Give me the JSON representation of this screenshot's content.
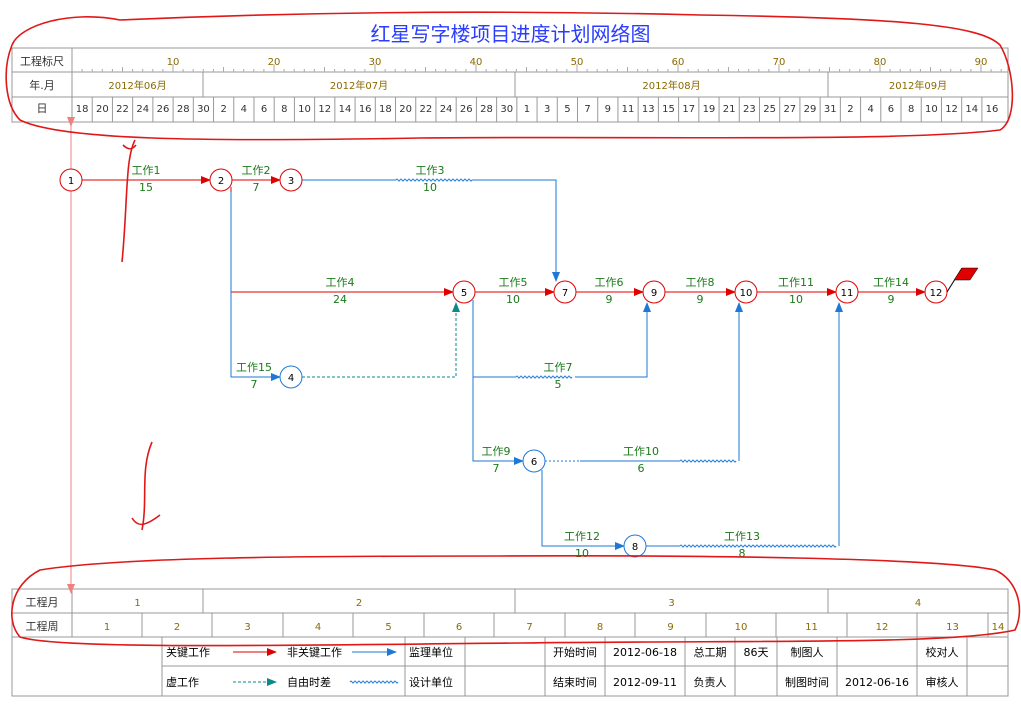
{
  "title": "红星写字楼项目进度计划网络图",
  "header": {
    "ruler_label": "工程标尺",
    "month_label": "年.月",
    "day_label": "日",
    "ruler_ticks": [
      "10",
      "20",
      "30",
      "40",
      "50",
      "60",
      "70",
      "80",
      "90"
    ],
    "months": [
      "2012年06月",
      "2012年07月",
      "2012年08月",
      "2012年09月"
    ],
    "days": [
      "18",
      "20",
      "22",
      "24",
      "26",
      "28",
      "30",
      "2",
      "4",
      "6",
      "8",
      "10",
      "12",
      "14",
      "16",
      "18",
      "20",
      "22",
      "24",
      "26",
      "28",
      "30",
      "1",
      "3",
      "5",
      "7",
      "9",
      "11",
      "13",
      "15",
      "17",
      "19",
      "21",
      "23",
      "25",
      "27",
      "29",
      "31",
      "2",
      "4",
      "6",
      "8",
      "10",
      "12",
      "14",
      "16"
    ]
  },
  "footer_scale": {
    "month_label": "工程月",
    "week_label": "工程周",
    "months": [
      "1",
      "2",
      "3",
      "4"
    ],
    "weeks": [
      "1",
      "2",
      "3",
      "4",
      "5",
      "6",
      "7",
      "8",
      "9",
      "10",
      "11",
      "12",
      "13",
      "14"
    ]
  },
  "network": {
    "nodes": [
      {
        "id": "1",
        "type": "critical"
      },
      {
        "id": "2",
        "type": "critical"
      },
      {
        "id": "3",
        "type": "critical"
      },
      {
        "id": "4",
        "type": "noncritical"
      },
      {
        "id": "5",
        "type": "critical"
      },
      {
        "id": "6",
        "type": "noncritical"
      },
      {
        "id": "7",
        "type": "critical"
      },
      {
        "id": "8",
        "type": "noncritical"
      },
      {
        "id": "9",
        "type": "critical"
      },
      {
        "id": "10",
        "type": "critical"
      },
      {
        "id": "11",
        "type": "critical"
      },
      {
        "id": "12",
        "type": "critical"
      }
    ],
    "tasks": [
      {
        "name": "工作1",
        "duration": "15",
        "from": "1",
        "to": "2",
        "type": "critical"
      },
      {
        "name": "工作2",
        "duration": "7",
        "from": "2",
        "to": "3",
        "type": "critical"
      },
      {
        "name": "工作3",
        "duration": "10",
        "from": "3",
        "to": "7",
        "type": "noncritical"
      },
      {
        "name": "工作4",
        "duration": "24",
        "from": "2",
        "to": "5",
        "type": "critical"
      },
      {
        "name": "工作5",
        "duration": "10",
        "from": "5",
        "to": "7",
        "type": "critical"
      },
      {
        "name": "工作6",
        "duration": "9",
        "from": "7",
        "to": "9",
        "type": "critical"
      },
      {
        "name": "工作8",
        "duration": "9",
        "from": "9",
        "to": "10",
        "type": "critical"
      },
      {
        "name": "工作11",
        "duration": "10",
        "from": "10",
        "to": "11",
        "type": "critical"
      },
      {
        "name": "工作14",
        "duration": "9",
        "from": "11",
        "to": "12",
        "type": "critical"
      },
      {
        "name": "工作15",
        "duration": "7",
        "from": "2",
        "to": "4",
        "type": "noncritical"
      },
      {
        "name": "工作7",
        "duration": "5",
        "from": "5",
        "to": "9",
        "type": "noncritical"
      },
      {
        "name": "工作9",
        "duration": "7",
        "from": "5",
        "to": "6",
        "type": "noncritical"
      },
      {
        "name": "工作10",
        "duration": "6",
        "from": "6",
        "to": "10",
        "type": "noncritical"
      },
      {
        "name": "工作12",
        "duration": "10",
        "from": "6",
        "to": "8",
        "type": "noncritical"
      },
      {
        "name": "工作13",
        "duration": "8",
        "from": "8",
        "to": "11",
        "type": "noncritical"
      }
    ]
  },
  "legend": {
    "critical": "关键工作",
    "noncritical": "非关键工作",
    "dummy": "虚工作",
    "free_float": "自由时差",
    "supervisor": "监理单位",
    "designer": "设计单位",
    "start_label": "开始时间",
    "start_value": "2012-06-18",
    "end_label": "结束时间",
    "end_value": "2012-09-11",
    "duration_label": "总工期",
    "duration_value": "86天",
    "owner_label": "负责人",
    "drawer_label": "制图人",
    "draw_time_label": "制图时间",
    "draw_time_value": "2012-06-16",
    "proofreader_label": "校对人",
    "reviewer_label": "审核人"
  },
  "colors": {
    "critical": "#e00000",
    "noncritical": "#1e78d6",
    "dummy": "#0a8a8a",
    "annotation": "#e01818",
    "title": "#2a3cff"
  }
}
